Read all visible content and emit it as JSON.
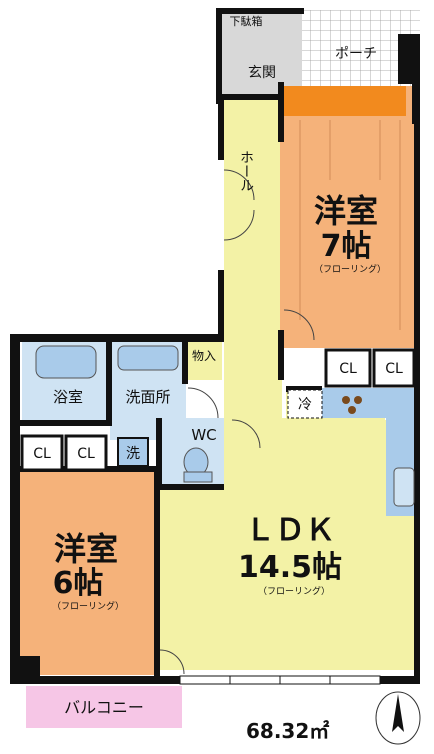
{
  "rooms": {
    "western_7": {
      "name": "洋室",
      "size": "7帖",
      "floor": "（フローリング）"
    },
    "western_6": {
      "name": "洋室",
      "size": "6帖",
      "floor": "（フローリング）"
    },
    "ldk": {
      "name": "ＬＤＫ",
      "size": "14.5帖",
      "floor": "（フローリング）"
    },
    "bath": "浴室",
    "washroom": "洗面所",
    "storage": "物入",
    "wc": "WC",
    "hall": "ホール",
    "entrance": "玄関",
    "shoe_box": "下駄箱",
    "porch": "ポーチ",
    "balcony": "バルコニー",
    "fridge": "冷",
    "washer": "洗",
    "closet": "CL"
  },
  "area": "68.32㎡",
  "colors": {
    "wall": "#111111",
    "western": "#f5b27a",
    "ldk": "#f3f2a6",
    "hall": "#f3f2a6",
    "wet": "#cfe3f3",
    "fixture": "#a9cbea",
    "entrance": "#d8d8d8",
    "balcony": "#f6c6e6",
    "accent": "#f28a1e"
  }
}
